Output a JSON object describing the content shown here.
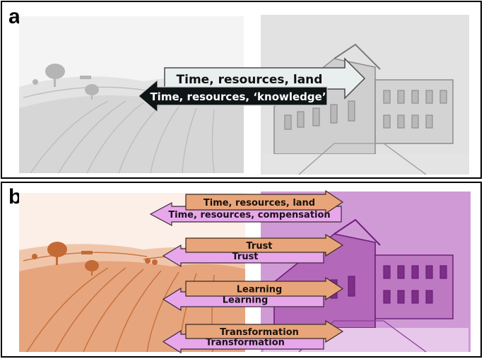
{
  "panel_a": {
    "letter": "a",
    "arrow_right_label": "Time, resources, land",
    "arrow_left_label": "Time, resources, ‘knowledge’",
    "colors": {
      "landscape": "#c9c9c9",
      "building": "#9a9a9a",
      "right_arrow_fill": "#e9eeee",
      "left_arrow_fill": "#0f1416"
    }
  },
  "panel_b": {
    "letter": "b",
    "arrow_pairs": [
      {
        "right_label": "Time, resources, land",
        "left_label": "Time, resources, compensation"
      },
      {
        "right_label": "Trust",
        "left_label": "Trust"
      },
      {
        "right_label": "Learning",
        "left_label": "Learning"
      },
      {
        "right_label": "Transformation",
        "left_label": "Transformation"
      }
    ],
    "colors": {
      "landscape": "#d47a45",
      "building": "#a04aa8",
      "right_arrow_fill": "#e8a57a",
      "left_arrow_fill": "#e7a7ea"
    }
  }
}
